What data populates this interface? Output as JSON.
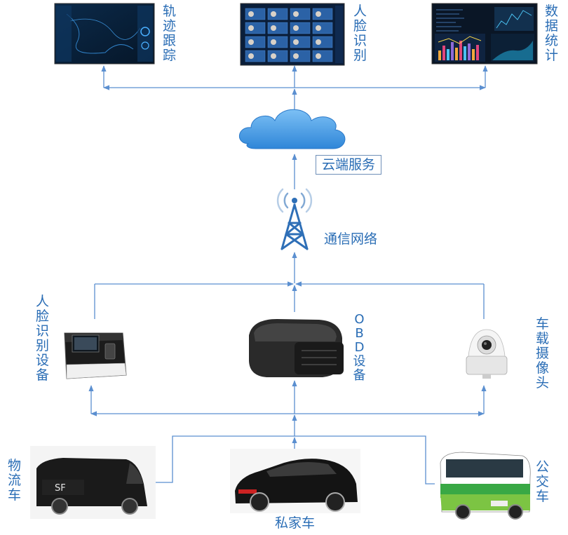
{
  "top_modules": [
    {
      "id": "trajectory",
      "label": "轨迹跟踪"
    },
    {
      "id": "face",
      "label": "人脸识别"
    },
    {
      "id": "stats",
      "label": "数据统计"
    }
  ],
  "cloud": {
    "label": "云端服务"
  },
  "network": {
    "label": "通信网络"
  },
  "devices": [
    {
      "id": "face-device",
      "label": "人脸识别设备"
    },
    {
      "id": "obd",
      "label": "OBD设备"
    },
    {
      "id": "camera",
      "label": "车载摄像头"
    }
  ],
  "vehicles": [
    {
      "id": "logistics",
      "label": "物流车"
    },
    {
      "id": "private",
      "label": "私家车"
    },
    {
      "id": "bus",
      "label": "公交车"
    }
  ],
  "colors": {
    "line": "#5b8fd0",
    "text": "#2a6db5",
    "cloud": "#4a90e2",
    "tower": "#2e6fb7"
  }
}
